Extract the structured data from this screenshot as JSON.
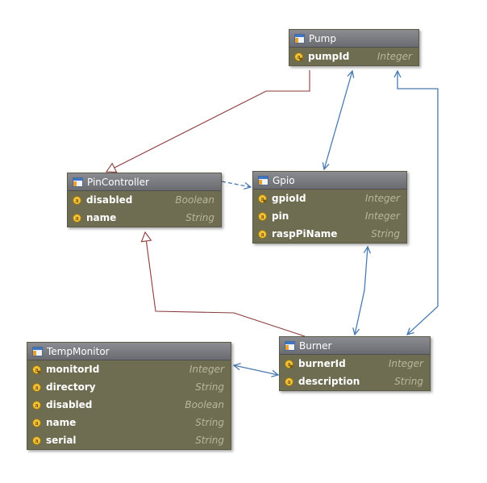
{
  "entities": {
    "pump": {
      "title": "Pump",
      "fields": [
        {
          "name": "pumpId",
          "type": "Integer",
          "icon": "key-field-icon"
        }
      ]
    },
    "pincontroller": {
      "title": "PinController",
      "fields": [
        {
          "name": "disabled",
          "type": "Boolean",
          "icon": "field-icon"
        },
        {
          "name": "name",
          "type": "String",
          "icon": "field-icon"
        }
      ]
    },
    "gpio": {
      "title": "Gpio",
      "fields": [
        {
          "name": "gpioId",
          "type": "Integer",
          "icon": "key-field-icon"
        },
        {
          "name": "pin",
          "type": "Integer",
          "icon": "field-icon"
        },
        {
          "name": "raspPiName",
          "type": "String",
          "icon": "field-icon"
        }
      ]
    },
    "burner": {
      "title": "Burner",
      "fields": [
        {
          "name": "burnerId",
          "type": "Integer",
          "icon": "key-field-icon"
        },
        {
          "name": "description",
          "type": "String",
          "icon": "field-icon"
        }
      ]
    },
    "tempmonitor": {
      "title": "TempMonitor",
      "fields": [
        {
          "name": "monitorId",
          "type": "Integer",
          "icon": "key-field-icon"
        },
        {
          "name": "directory",
          "type": "String",
          "icon": "field-icon"
        },
        {
          "name": "disabled",
          "type": "Boolean",
          "icon": "field-icon"
        },
        {
          "name": "name",
          "type": "String",
          "icon": "field-icon"
        },
        {
          "name": "serial",
          "type": "String",
          "icon": "field-icon"
        }
      ]
    }
  },
  "connectors": [
    {
      "from": "Pump",
      "to": "PinController",
      "kind": "inheritance"
    },
    {
      "from": "Burner",
      "to": "PinController",
      "kind": "inheritance"
    },
    {
      "from": "Pump",
      "to": "Gpio",
      "kind": "association"
    },
    {
      "from": "Pump",
      "to": "Burner",
      "kind": "association"
    },
    {
      "from": "PinController",
      "to": "Gpio",
      "kind": "dependency"
    },
    {
      "from": "Gpio",
      "to": "Burner",
      "kind": "association"
    },
    {
      "from": "Burner",
      "to": "TempMonitor",
      "kind": "association"
    }
  ],
  "colors": {
    "inheritance": "#8b3a3a",
    "association": "#4a7ab0",
    "body": "#6e6d52",
    "type_text": "#b7b79c"
  }
}
